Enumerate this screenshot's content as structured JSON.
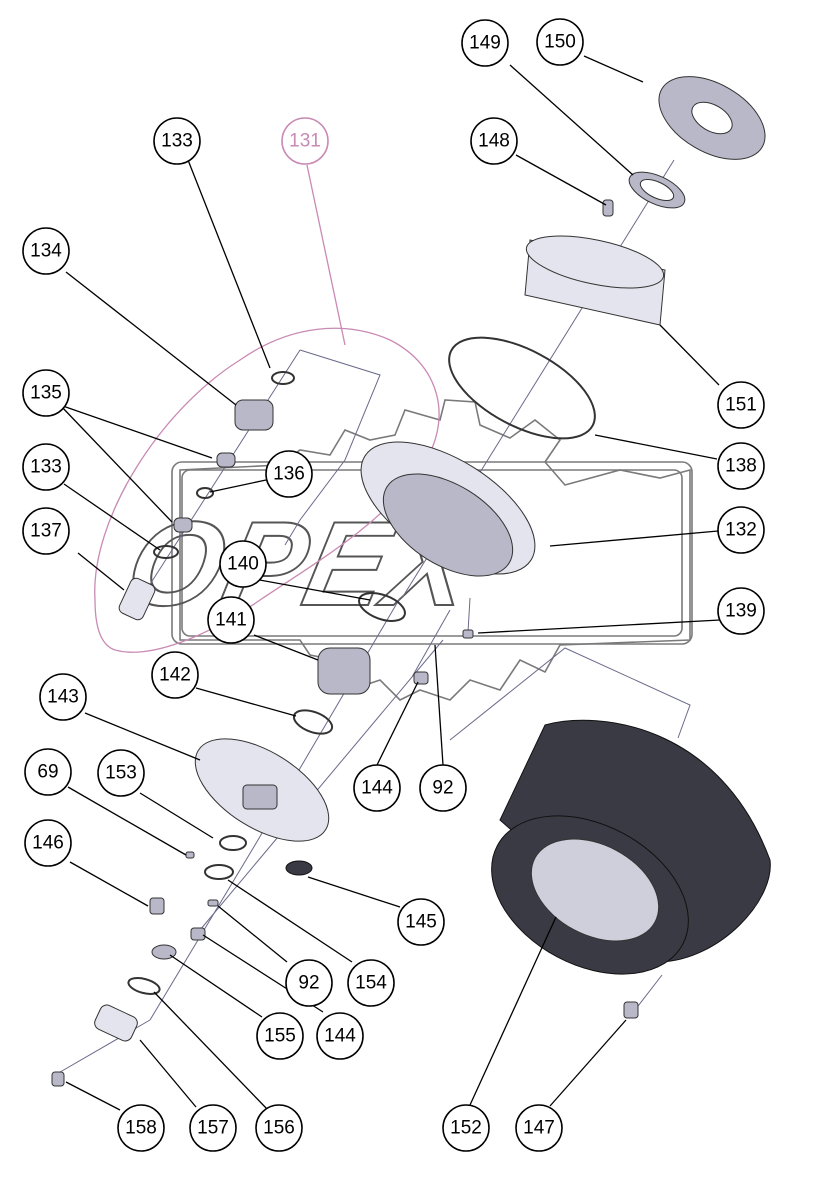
{
  "watermark": {
    "text": "OPEX"
  },
  "callouts": [
    {
      "id": "c149",
      "label": "149"
    },
    {
      "id": "c150",
      "label": "150"
    },
    {
      "id": "c133a",
      "label": "133"
    },
    {
      "id": "c131",
      "label": "131"
    },
    {
      "id": "c148",
      "label": "148"
    },
    {
      "id": "c134",
      "label": "134"
    },
    {
      "id": "c151",
      "label": "151"
    },
    {
      "id": "c135",
      "label": "135"
    },
    {
      "id": "c138",
      "label": "138"
    },
    {
      "id": "c136",
      "label": "136"
    },
    {
      "id": "c133b",
      "label": "133"
    },
    {
      "id": "c132",
      "label": "132"
    },
    {
      "id": "c137",
      "label": "137"
    },
    {
      "id": "c140",
      "label": "140"
    },
    {
      "id": "c141",
      "label": "141"
    },
    {
      "id": "c139",
      "label": "139"
    },
    {
      "id": "c142",
      "label": "142"
    },
    {
      "id": "c143",
      "label": "143"
    },
    {
      "id": "c144a",
      "label": "144"
    },
    {
      "id": "c92a",
      "label": "92"
    },
    {
      "id": "c69",
      "label": "69"
    },
    {
      "id": "c153",
      "label": "153"
    },
    {
      "id": "c146",
      "label": "146"
    },
    {
      "id": "c145",
      "label": "145"
    },
    {
      "id": "c92b",
      "label": "92"
    },
    {
      "id": "c154",
      "label": "154"
    },
    {
      "id": "c155",
      "label": "155"
    },
    {
      "id": "c144b",
      "label": "144"
    },
    {
      "id": "c158",
      "label": "158"
    },
    {
      "id": "c157",
      "label": "157"
    },
    {
      "id": "c156",
      "label": "156"
    },
    {
      "id": "c152",
      "label": "152"
    },
    {
      "id": "c147",
      "label": "147"
    }
  ]
}
